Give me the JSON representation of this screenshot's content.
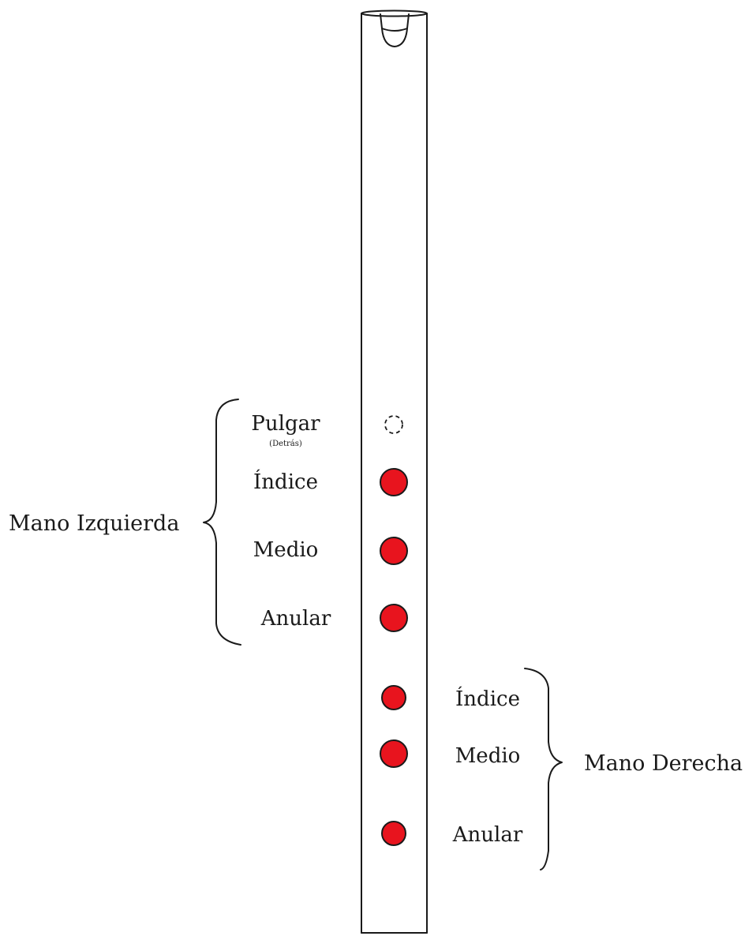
{
  "colors": {
    "open_hole": "#e8141e",
    "outline": "#1a1a1a"
  },
  "left_hand": {
    "label": "Mano Izquierda",
    "thumb": {
      "label": "Pulgar",
      "note": "(Detrás)"
    },
    "index": {
      "label": "Índice"
    },
    "middle": {
      "label": "Medio"
    },
    "ring": {
      "label": "Anular"
    }
  },
  "right_hand": {
    "label": "Mano Derecha",
    "index": {
      "label": "Índice"
    },
    "middle": {
      "label": "Medio"
    },
    "ring": {
      "label": "Anular"
    }
  }
}
